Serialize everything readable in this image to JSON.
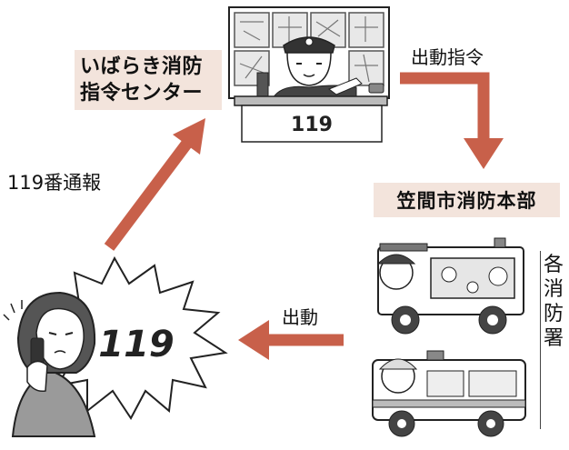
{
  "center_label_line1": "いばらき消防",
  "center_label_line2": "指令センター",
  "dispatch_order": "出動指令",
  "emergency_call": "119番通報",
  "hq_label": "笠間市消防本部",
  "turnout": "出動",
  "stations": [
    "各",
    "消",
    "防",
    "署"
  ],
  "desk_number": "119",
  "caller_bubble_number": "119",
  "colors": {
    "arrow": "#c8604a",
    "label_bg": "#f3e4dc",
    "ink": "#222222",
    "grey": "#9a9a9a"
  },
  "icons": [
    "dispatcher-illustration",
    "fire-engine-illustration",
    "ambulance-illustration",
    "caller-illustration",
    "star-burst"
  ]
}
